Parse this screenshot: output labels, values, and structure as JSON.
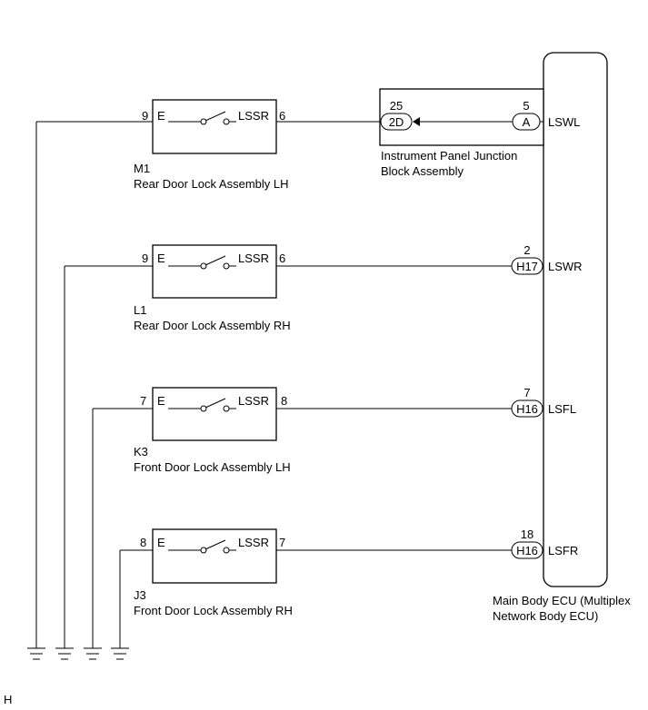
{
  "ecu": {
    "name_line1": "Main Body ECU (Multiplex",
    "name_line2": "Network Body ECU)"
  },
  "junction_block": {
    "name_line1": "Instrument Panel Junction",
    "name_line2": "Block Assembly",
    "left_connector": "2D",
    "left_pin": "25",
    "right_connector": "A",
    "right_pin": "5"
  },
  "circuits": [
    {
      "component_id": "M1",
      "component_name": "Rear Door Lock Assembly LH",
      "ground_pin": "9",
      "ground_terminal": "E",
      "signal_pin": "6",
      "signal_terminal": "LSSR",
      "ecu_connector": "",
      "ecu_pin": "",
      "ecu_terminal": "LSWL"
    },
    {
      "component_id": "L1",
      "component_name": "Rear Door Lock Assembly RH",
      "ground_pin": "9",
      "ground_terminal": "E",
      "signal_pin": "6",
      "signal_terminal": "LSSR",
      "ecu_connector": "H17",
      "ecu_pin": "2",
      "ecu_terminal": "LSWR"
    },
    {
      "component_id": "K3",
      "component_name": "Front Door Lock Assembly LH",
      "ground_pin": "7",
      "ground_terminal": "E",
      "signal_pin": "8",
      "signal_terminal": "LSSR",
      "ecu_connector": "H16",
      "ecu_pin": "7",
      "ecu_terminal": "LSFL"
    },
    {
      "component_id": "J3",
      "component_name": "Front Door Lock Assembly RH",
      "ground_pin": "8",
      "ground_terminal": "E",
      "signal_pin": "7",
      "signal_terminal": "LSSR",
      "ecu_connector": "H16",
      "ecu_pin": "18",
      "ecu_terminal": "LSFR"
    }
  ],
  "footer": {
    "code": "H"
  }
}
